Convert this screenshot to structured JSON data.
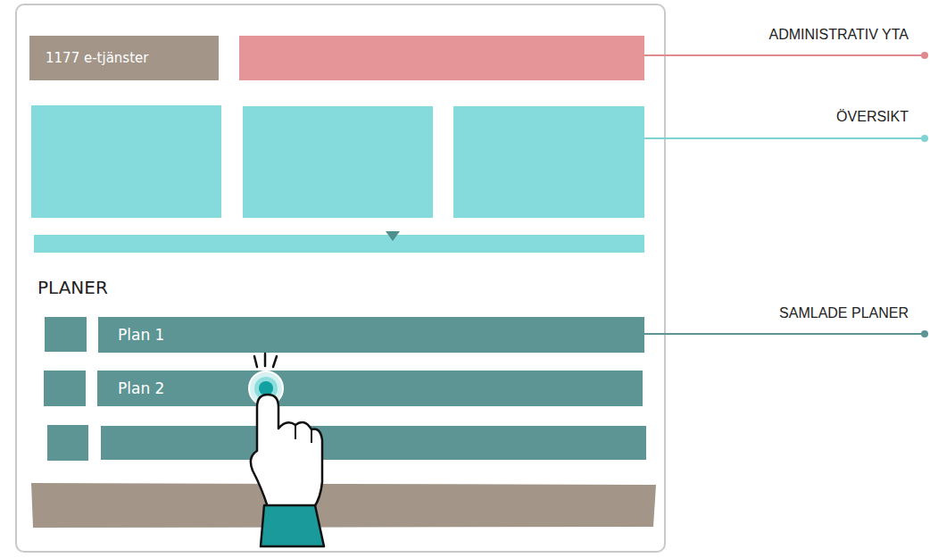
{
  "diagram": {
    "nodes": [
      {
        "text": [
          "1177 e-tjänster"
        ]
      },
      {
        "text": [
          "Plan 1"
        ]
      },
      {
        "text": [
          "Plan 2"
        ]
      }
    ],
    "labels": [
      "ADMINISTRATIV YTA",
      "ÖVERSIKT",
      "PLANER",
      "SAMLADE PLANER"
    ]
  }
}
